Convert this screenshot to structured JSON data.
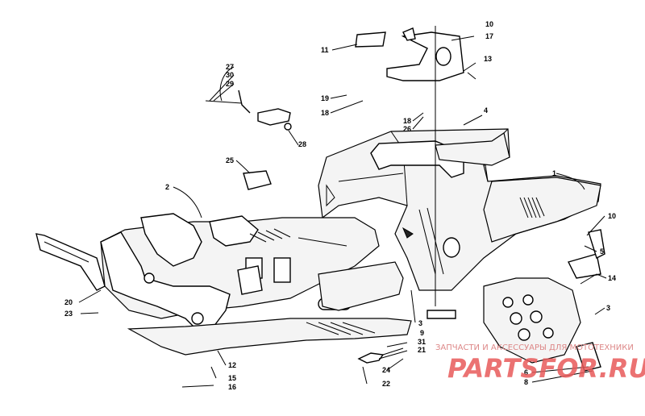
{
  "diagram": {
    "labels": [
      {
        "id": "10"
      },
      {
        "id": "17"
      },
      {
        "id": "11"
      },
      {
        "id": "13"
      },
      {
        "id": "27"
      },
      {
        "id": "30"
      },
      {
        "id": "29"
      },
      {
        "id": "19"
      },
      {
        "id": "18"
      },
      {
        "id": "18"
      },
      {
        "id": "26"
      },
      {
        "id": "4"
      },
      {
        "id": "28"
      },
      {
        "id": "25"
      },
      {
        "id": "1"
      },
      {
        "id": "2"
      },
      {
        "id": "10"
      },
      {
        "id": "5"
      },
      {
        "id": "14"
      },
      {
        "id": "3"
      },
      {
        "id": "20"
      },
      {
        "id": "23"
      },
      {
        "id": "3"
      },
      {
        "id": "9"
      },
      {
        "id": "31"
      },
      {
        "id": "21"
      },
      {
        "id": "12"
      },
      {
        "id": "15"
      },
      {
        "id": "16"
      },
      {
        "id": "24"
      },
      {
        "id": "22"
      },
      {
        "id": "6"
      },
      {
        "id": "8"
      }
    ]
  },
  "watermark": {
    "line1": "ЗАПЧАСТИ И АКСЕССУАРЫ ДЛЯ МОТОТЕХНИКИ",
    "line2": "PARTSFOR.RU"
  }
}
